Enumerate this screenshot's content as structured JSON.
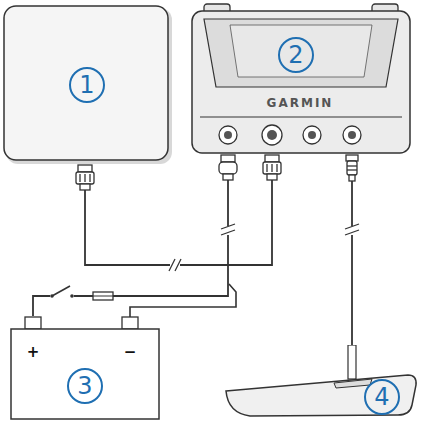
{
  "diagram": {
    "nodes": [
      {
        "text": [
          "1"
        ]
      },
      {
        "text": [
          "2",
          "GARMIN"
        ]
      },
      {
        "text": [
          "+",
          "−",
          "3"
        ]
      },
      {
        "text": [
          "4"
        ]
      }
    ],
    "edges": [
      {
        "from": 0,
        "to": 1,
        "arrow": "none"
      },
      {
        "from": 2,
        "to": 1,
        "arrow": "none"
      },
      {
        "from": 3,
        "to": 1,
        "arrow": "none"
      }
    ]
  }
}
